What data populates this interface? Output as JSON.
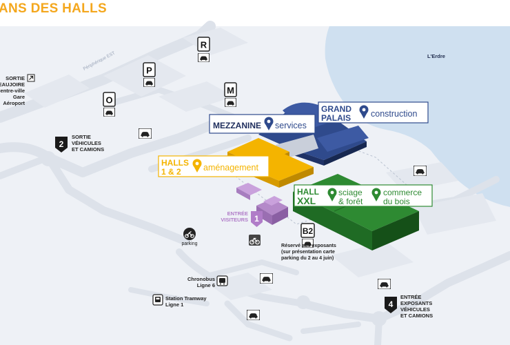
{
  "header": {
    "title": "ANS DES HALLS"
  },
  "colors": {
    "background": "#eef1f6",
    "road": "#dde2ea",
    "water": "#cfe0f0",
    "yellow": "#f4b400",
    "blue": "#2f4a8c",
    "green": "#2e8a32",
    "purple": "#b489c9",
    "header": "#f4a71d"
  },
  "water": {
    "label": "L'Erdre"
  },
  "road_labels": {
    "peripherique": "Périphérique EST"
  },
  "halls": {
    "mezzanine": {
      "title": "MEZZANINE",
      "service": "services"
    },
    "grand_palais": {
      "title_line1": "GRAND",
      "title_line2": "PALAIS",
      "service": "construction"
    },
    "halls_1_2": {
      "title_line1": "HALLS",
      "title_line2": "1 & 2",
      "service": "aménagement"
    },
    "hall_xxl": {
      "title_line1": "HALL",
      "title_line2": "XXL",
      "service1_line1": "sciage",
      "service1_line2": "& forêt",
      "service2_line1": "commerce",
      "service2_line2": "du bois"
    }
  },
  "entrance": {
    "line1": "ENTRÉE",
    "line2": "VISITEURS",
    "number": "1"
  },
  "exits": {
    "exit_left": {
      "line1": "SORTIE",
      "line2": "BEAUJOIRE",
      "line3": "Centre-ville",
      "line4": "Gare",
      "line5": "Aéroport"
    },
    "exit2": {
      "number": "2",
      "line1": "SORTIE",
      "line2": "VÉHICULES",
      "line3": "ET CAMIONS"
    },
    "entry4": {
      "number": "4",
      "line1": "ENTRÉE",
      "line2": "EXPOSANTS",
      "line3": "VÉHICULES",
      "line4": "ET CAMIONS"
    }
  },
  "parkings": {
    "r": "R",
    "p": "P",
    "m": "M",
    "o": "O",
    "b2": "B2"
  },
  "b2_note": {
    "line1": "Réservé aux exposants",
    "line2": "(sur présentation carte",
    "line3": "parking du 2 au 4 juin)"
  },
  "moto_parking": {
    "label": "parking"
  },
  "transit": {
    "chronobus": {
      "line1": "Chronobus",
      "line2": "Ligne 6"
    },
    "tramway": {
      "line1": "Station Tramway",
      "line2": "Ligne 1"
    }
  },
  "icons": [
    "car-icon",
    "bus-icon",
    "tram-icon",
    "bike-icon",
    "moto-icon",
    "pin-icon",
    "arrow-diagonal-icon",
    "water-area"
  ]
}
